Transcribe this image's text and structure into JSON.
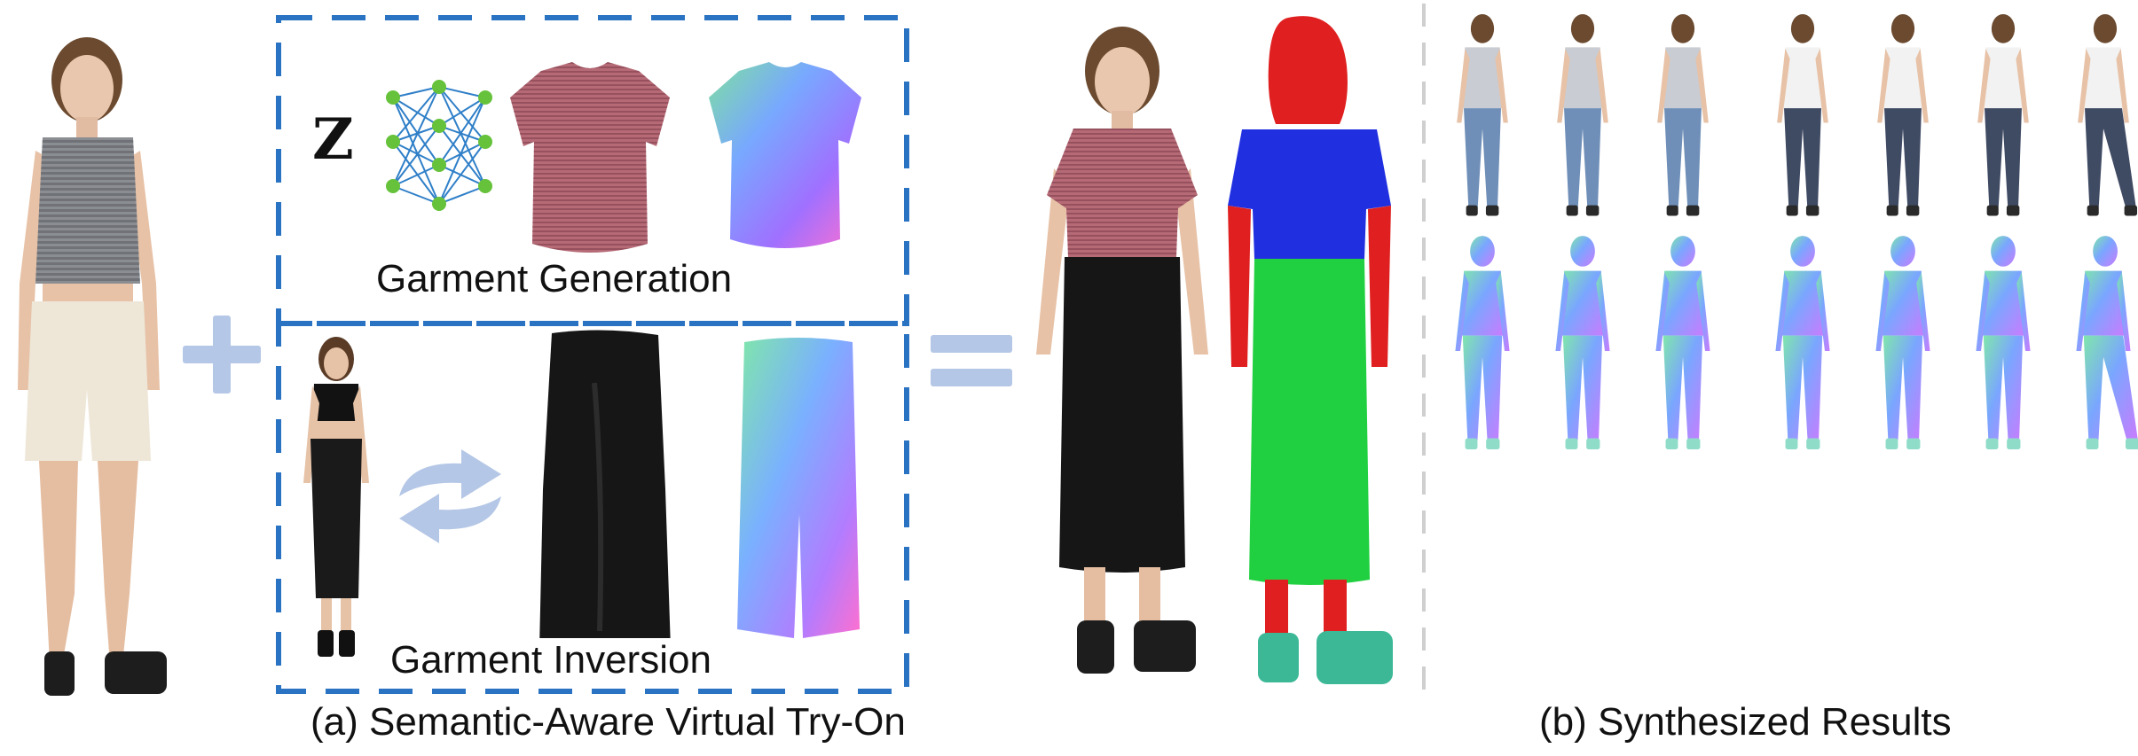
{
  "colors": {
    "dashed_box": "#2a73c2",
    "operator": "#b5c7e6",
    "divider": "#cfcfcf",
    "seg_head": "#e02020",
    "seg_top": "#2030e0",
    "seg_bottom": "#20d040",
    "seg_shoe": "#3cb897",
    "network_node": "#66c23a",
    "network_edge": "#2f7fc8"
  },
  "pipeline": {
    "latent_symbol": "Z",
    "generation_label": "Garment Generation",
    "inversion_label": "Garment Inversion",
    "plus_symbol": "+",
    "equals_symbol": "="
  },
  "captions": {
    "left": "(a) Semantic-Aware Virtual Try-On",
    "right": "(b) Synthesized Results"
  },
  "icons": {
    "network": "neural-network-icon",
    "swap": "swap-arrows-icon"
  }
}
